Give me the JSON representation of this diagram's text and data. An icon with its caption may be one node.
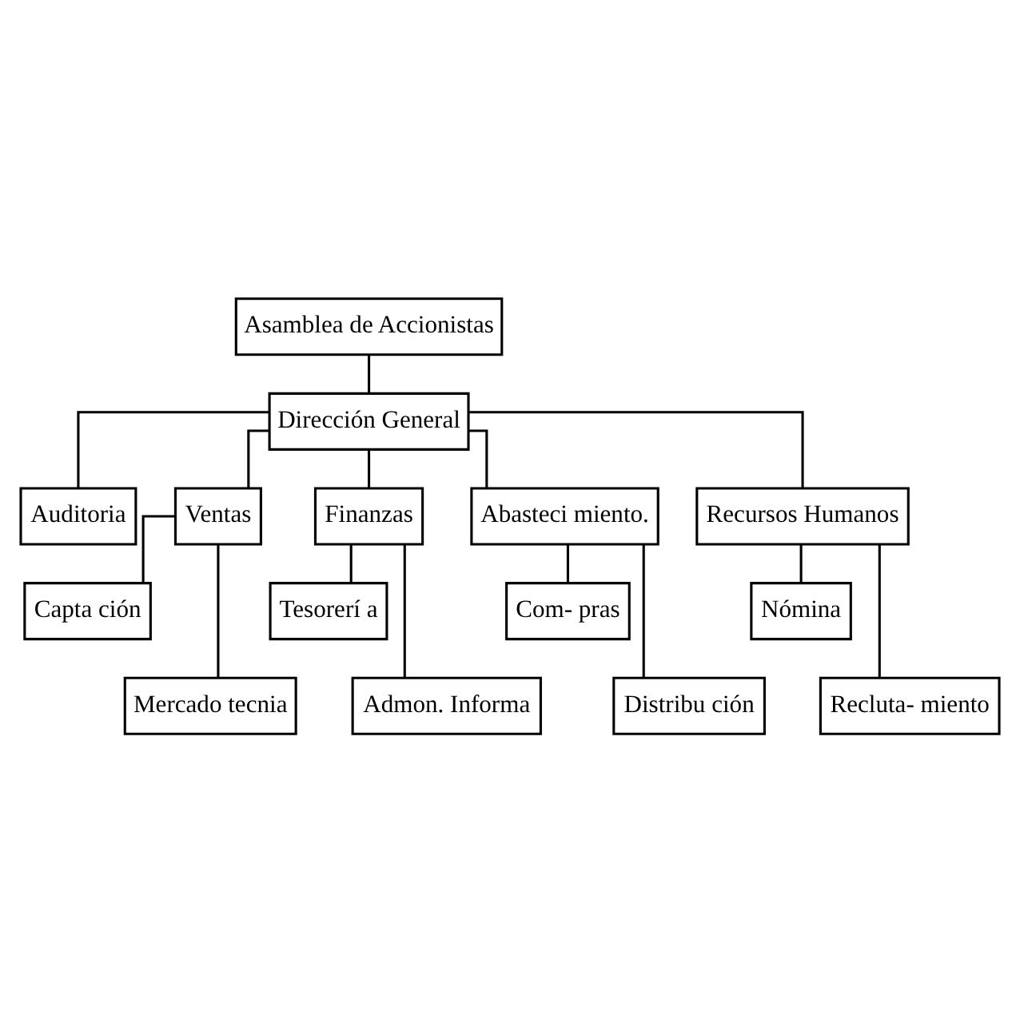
{
  "diagram": {
    "nodes": [
      {
        "text": [
          "Asamblea de Accionistas"
        ]
      },
      {
        "text": [
          "Dirección General"
        ]
      },
      {
        "text": [
          "Auditoria"
        ]
      },
      {
        "text": [
          "Ventas"
        ]
      },
      {
        "text": [
          "Finanzas"
        ]
      },
      {
        "text": [
          "Abasteci miento."
        ]
      },
      {
        "text": [
          "Recursos Humanos"
        ]
      },
      {
        "text": [
          "Capta ción"
        ]
      },
      {
        "text": [
          "Mercado tecnia"
        ]
      },
      {
        "text": [
          "Tesorerí a"
        ]
      },
      {
        "text": [
          "Admon. Informa"
        ]
      },
      {
        "text": [
          "Com- pras"
        ]
      },
      {
        "text": [
          "Distribu ción"
        ]
      },
      {
        "text": [
          "Nómina"
        ]
      },
      {
        "text": [
          "Recluta- miento"
        ]
      }
    ],
    "edges": [
      {
        "from": 0,
        "to": 1,
        "arrow": "none"
      },
      {
        "from": 1,
        "to": 2,
        "arrow": "none"
      },
      {
        "from": 1,
        "to": 3,
        "arrow": "none"
      },
      {
        "from": 1,
        "to": 4,
        "arrow": "none"
      },
      {
        "from": 1,
        "to": 5,
        "arrow": "none"
      },
      {
        "from": 1,
        "to": 6,
        "arrow": "none"
      },
      {
        "from": 3,
        "to": 7,
        "arrow": "none"
      },
      {
        "from": 3,
        "to": 8,
        "arrow": "none"
      },
      {
        "from": 4,
        "to": 9,
        "arrow": "none"
      },
      {
        "from": 4,
        "to": 10,
        "arrow": "none"
      },
      {
        "from": 5,
        "to": 11,
        "arrow": "none"
      },
      {
        "from": 5,
        "to": 12,
        "arrow": "none"
      },
      {
        "from": 6,
        "to": 13,
        "arrow": "none"
      },
      {
        "from": 6,
        "to": 14,
        "arrow": "none"
      }
    ]
  }
}
